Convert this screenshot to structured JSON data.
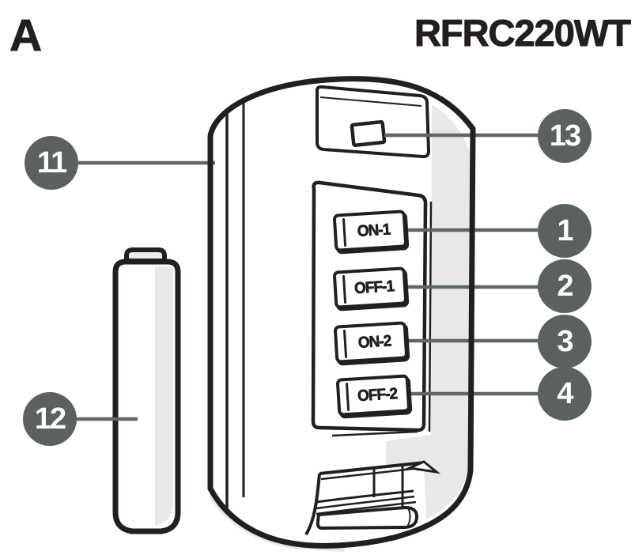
{
  "figure": {
    "label": "A",
    "model": "RFRC220WT"
  },
  "remote": {
    "buttons": [
      {
        "label": "ON-1",
        "callout": "1"
      },
      {
        "label": "OFF-1",
        "callout": "2"
      },
      {
        "label": "ON-2",
        "callout": "3"
      },
      {
        "label": "OFF-2",
        "callout": "4"
      }
    ]
  },
  "callouts": [
    {
      "number": "11",
      "points_to": "remote-housing"
    },
    {
      "number": "12",
      "points_to": "battery"
    },
    {
      "number": "13",
      "points_to": "led-indicator"
    },
    {
      "number": "1",
      "points_to": "button-ON-1"
    },
    {
      "number": "2",
      "points_to": "button-OFF-1"
    },
    {
      "number": "3",
      "points_to": "button-ON-2"
    },
    {
      "number": "4",
      "points_to": "button-OFF-2"
    }
  ],
  "colors": {
    "line_art": "#231f20",
    "callout_fill": "#5b6161",
    "callout_text": "#ffffff",
    "leader_line": "#616767",
    "shading": "#e8e8e8",
    "background": "#ffffff"
  }
}
